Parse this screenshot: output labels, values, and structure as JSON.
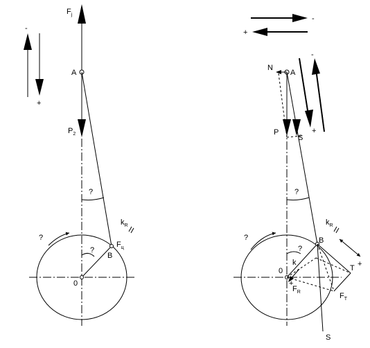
{
  "left": {
    "fj": {
      "main": "F",
      "sub": "j"
    },
    "a": "A",
    "p2": {
      "main": "P",
      "sub": "2"
    },
    "beta": "?",
    "alpha": "?",
    "omega": "?",
    "kr": {
      "main": "k",
      "sub": "R"
    },
    "b": "B",
    "fc": {
      "main": "F",
      "sub": "ц"
    },
    "o": "0",
    "sign_top": "-",
    "sign_bottom": "+"
  },
  "right": {
    "sign_top": "-",
    "sign_bottom": "+",
    "n": "N",
    "a": "A",
    "p": "P",
    "s_top": "S",
    "beta": "?",
    "kr": {
      "main": "k",
      "sub": "R"
    },
    "omega": "?",
    "alpha": "?",
    "b": "B",
    "o": "0",
    "k": "k",
    "fr": {
      "main": "F",
      "sub": "R"
    },
    "t": "T",
    "ft": {
      "main": "F",
      "sub": "T"
    },
    "s_bottom": "S",
    "sign_a_minus": "-",
    "sign_a_plus": "+",
    "sign_t_plus": "+",
    "sign_o_plus": "+"
  }
}
